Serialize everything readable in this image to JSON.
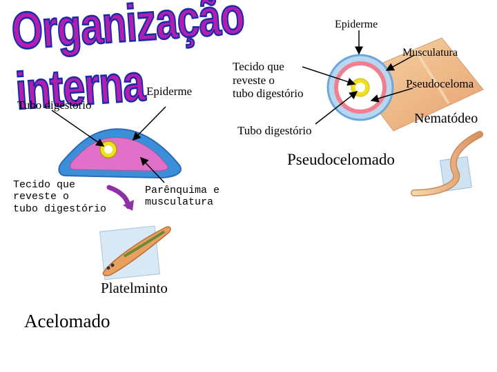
{
  "title": "Organização interna",
  "labels": {
    "epiderme_top": "Epiderme",
    "musculatura": "Musculatura",
    "tecido_top": "Tecido que\nreveste o\ntubo digestório",
    "pseudoceloma": "Pseudoceloma",
    "nematodeo": "Nematódeo",
    "tubo_right": "Tubo digestório",
    "pseudocelomado": "Pseudocelomado",
    "tubo_left": "Tubo digestório",
    "epiderme_left": "Epiderme",
    "tecido_left": "Tecido que\nreveste o\ntubo digestório",
    "parenquima": "Parênquima e\nmusculatura",
    "platelminto": "Platelminto",
    "acelomado": "Acelomado"
  },
  "colors": {
    "title_fill": "#b01fb0",
    "title_stroke": "#1a2aa8",
    "epidermis_blue": "#3a8fd8",
    "body_pink": "#e070c8",
    "gut_yellow": "#f0e020",
    "muscle_pink": "#f08090"
  }
}
